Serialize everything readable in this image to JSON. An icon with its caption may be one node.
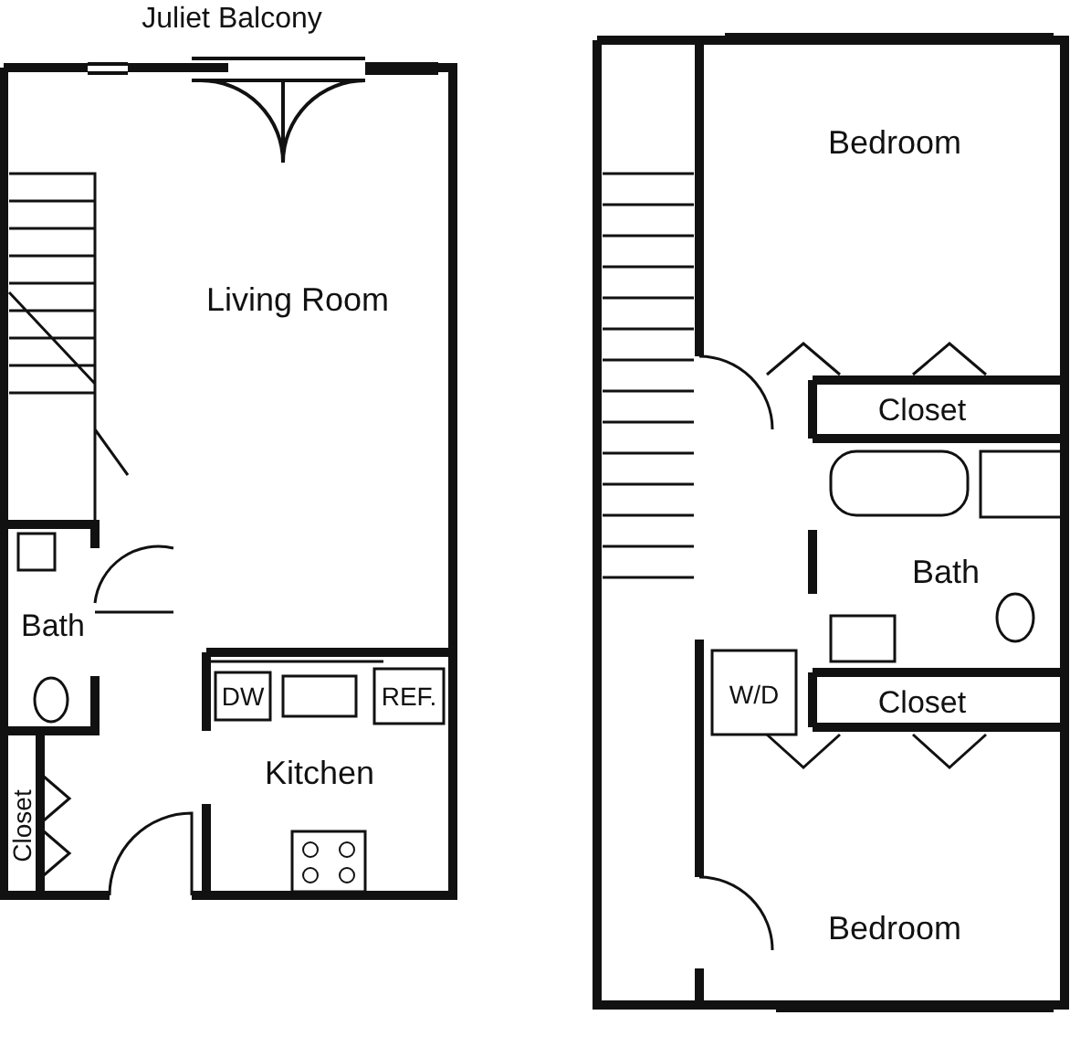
{
  "diagram": {
    "labels": [
      "Juliet Balcony",
      "Living Room",
      "Bath",
      "DW",
      "REF.",
      "Kitchen",
      "Closet",
      "Bedroom",
      "Closet",
      "Bath",
      "W/D",
      "Closet",
      "Bedroom"
    ]
  }
}
